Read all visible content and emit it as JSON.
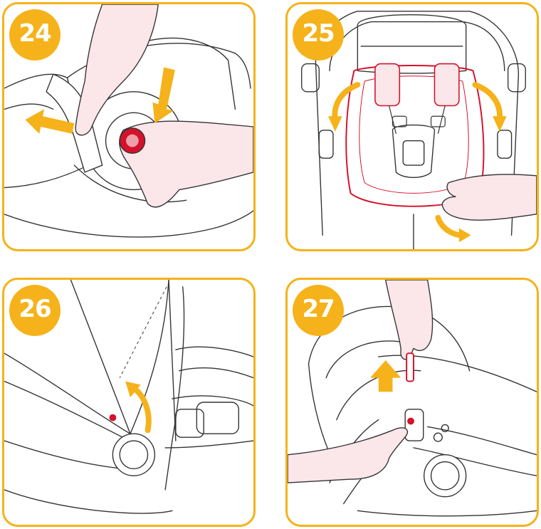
{
  "colors": {
    "accent": "#f5b21a",
    "highlight": "#d4122b",
    "skin": "#fbe6ea",
    "line": "#333333"
  },
  "steps": [
    {
      "number": "24",
      "icon": "release-button-press-icon"
    },
    {
      "number": "25",
      "icon": "seat-cover-removal-icon"
    },
    {
      "number": "26",
      "icon": "canopy-fold-icon"
    },
    {
      "number": "27",
      "icon": "carry-handle-release-icon"
    }
  ]
}
